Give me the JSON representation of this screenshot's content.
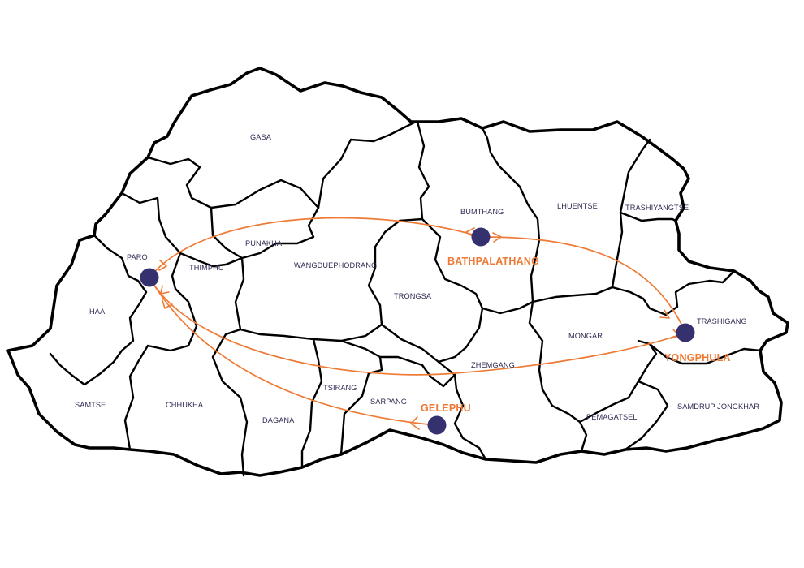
{
  "colors": {
    "route": "#ee7a35",
    "airport_dot": "#35306e",
    "airport_label": "#ee7a35",
    "district_label": "#2d2b52",
    "border": "#000000"
  },
  "districts": {
    "gasa": "GASA",
    "paro": "PARO",
    "thimphu": "THIMPHU",
    "punakha": "PUNAKHA",
    "haa": "HAA",
    "wangduephodrang": "WANGDUEPHODRANG",
    "bumthang": "BUMTHANG",
    "lhuentse": "LHUENTSE",
    "trashiyangtse": "TRASHIYANGTSE",
    "trongsa": "TRONGSA",
    "mongar": "MONGAR",
    "trashigang": "TRASHIGANG",
    "zhemgang": "ZHEMGANG",
    "tsirang": "TSIRANG",
    "sarpang": "SARPANG",
    "samtse": "SAMTSE",
    "chhukha": "CHHUKHA",
    "dagana": "DAGANA",
    "pemagatsel": "PEMAGATSEL",
    "samdrup_jongkhar": "SAMDRUP JONGKHAR"
  },
  "airports": {
    "bathpalathang": "BATHPALATHANG",
    "yongphula": "YONGPHULA",
    "gelephu": "GELEPHU"
  },
  "airport_markers": [
    "paro",
    "bathpalathang",
    "yongphula",
    "gelephu"
  ],
  "routes": [
    {
      "from": "PARO",
      "to": "BATHPALATHANG"
    },
    {
      "from": "PARO",
      "to": "YONGPHULA"
    },
    {
      "from": "PARO",
      "to": "GELEPHU"
    },
    {
      "from": "BATHPALATHANG",
      "to": "YONGPHULA"
    }
  ]
}
